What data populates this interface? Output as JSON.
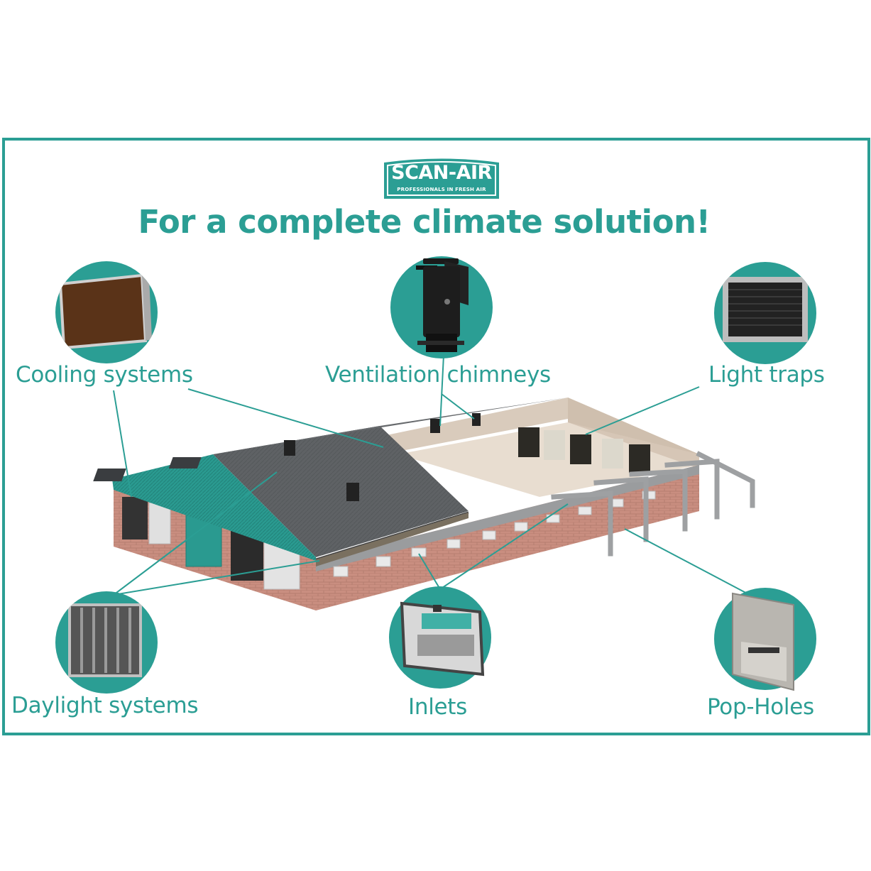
{
  "brand": {
    "name": "SCAN-AIR",
    "tagline": "PROFESSIONALS IN FRESH AIR",
    "color": "#2b9e94"
  },
  "headline": "For a complete climate solution!",
  "products": [
    {
      "id": "cooling",
      "label": "Cooling systems",
      "icon": "cooling-pad-icon"
    },
    {
      "id": "ventilation",
      "label": "Ventilation chimneys",
      "icon": "chimney-icon"
    },
    {
      "id": "lighttraps",
      "label": "Light traps",
      "icon": "light-trap-icon"
    },
    {
      "id": "daylight",
      "label": "Daylight systems",
      "icon": "daylight-panel-icon"
    },
    {
      "id": "inlets",
      "label": "Inlets",
      "icon": "inlet-icon"
    },
    {
      "id": "popholes",
      "label": "Pop-Holes",
      "icon": "pop-hole-icon"
    }
  ],
  "colors": {
    "accent": "#2b9e94",
    "roof": "#5d6063",
    "brick": "#c98e80",
    "floor": "#e8ddd0"
  }
}
